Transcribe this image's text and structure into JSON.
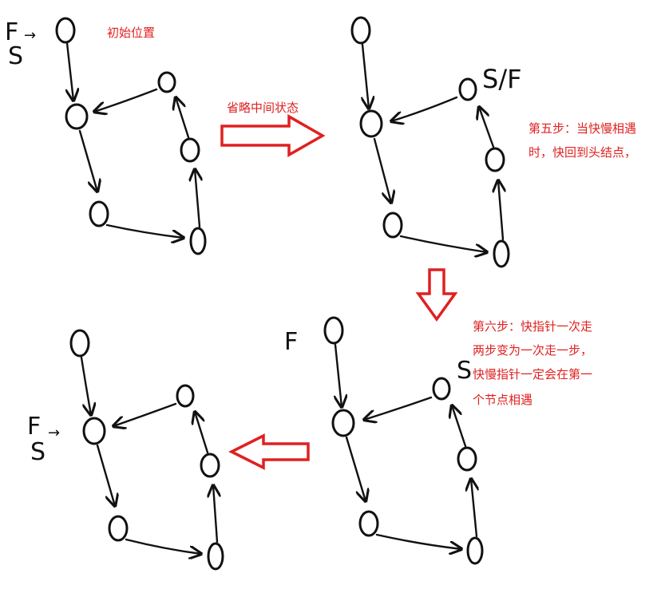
{
  "colors": {
    "annotation": "#e02020",
    "ink": "#111111",
    "background": "#ffffff"
  },
  "panels": {
    "initial": {
      "caption": "初始位置",
      "pointer_fast": "F",
      "pointer_slow": "S",
      "arrow_glyph": "→"
    },
    "step5": {
      "pointer_label": "S/F",
      "caption_line1": "第五步：当快慢相遇",
      "caption_line2": "时，快回到头结点，"
    },
    "step6": {
      "pointer_fast": "F",
      "pointer_slow": "S",
      "caption_line1": "第六步：快指针一次走",
      "caption_line2": "两步变为一次走一步，",
      "caption_line3": "快慢指针一定会在第一",
      "caption_line4": "个节点相遇"
    },
    "final": {
      "pointer_fast": "F",
      "pointer_slow": "S",
      "arrow_glyph": "→"
    }
  },
  "transitions": {
    "omitted_label": "省略中间状态"
  }
}
